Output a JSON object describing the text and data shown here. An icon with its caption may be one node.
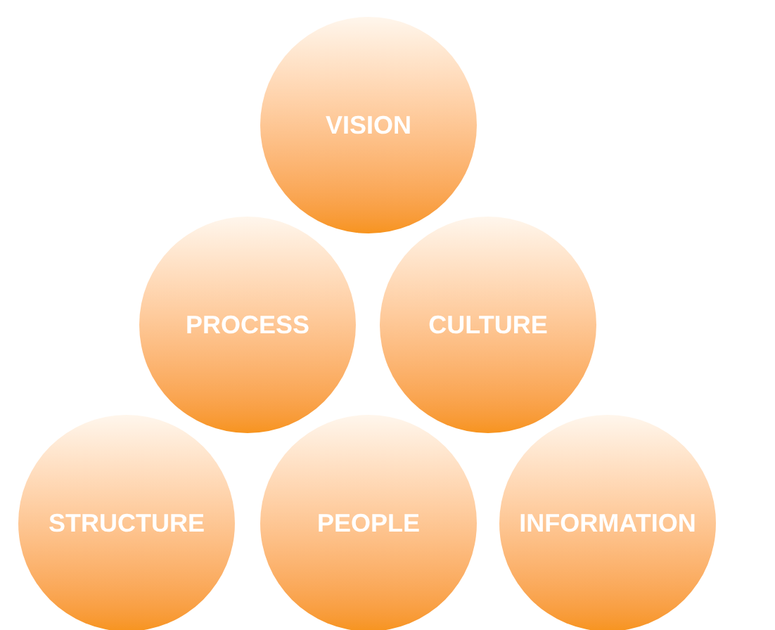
{
  "diagram": {
    "nodes": [
      {
        "text": [
          "VISION"
        ]
      },
      {
        "text": [
          "PROCESS"
        ]
      },
      {
        "text": [
          "CULTURE"
        ]
      },
      {
        "text": [
          "STRUCTURE"
        ]
      },
      {
        "text": [
          "PEOPLE"
        ]
      },
      {
        "text": [
          "INFORMATION"
        ]
      }
    ]
  }
}
